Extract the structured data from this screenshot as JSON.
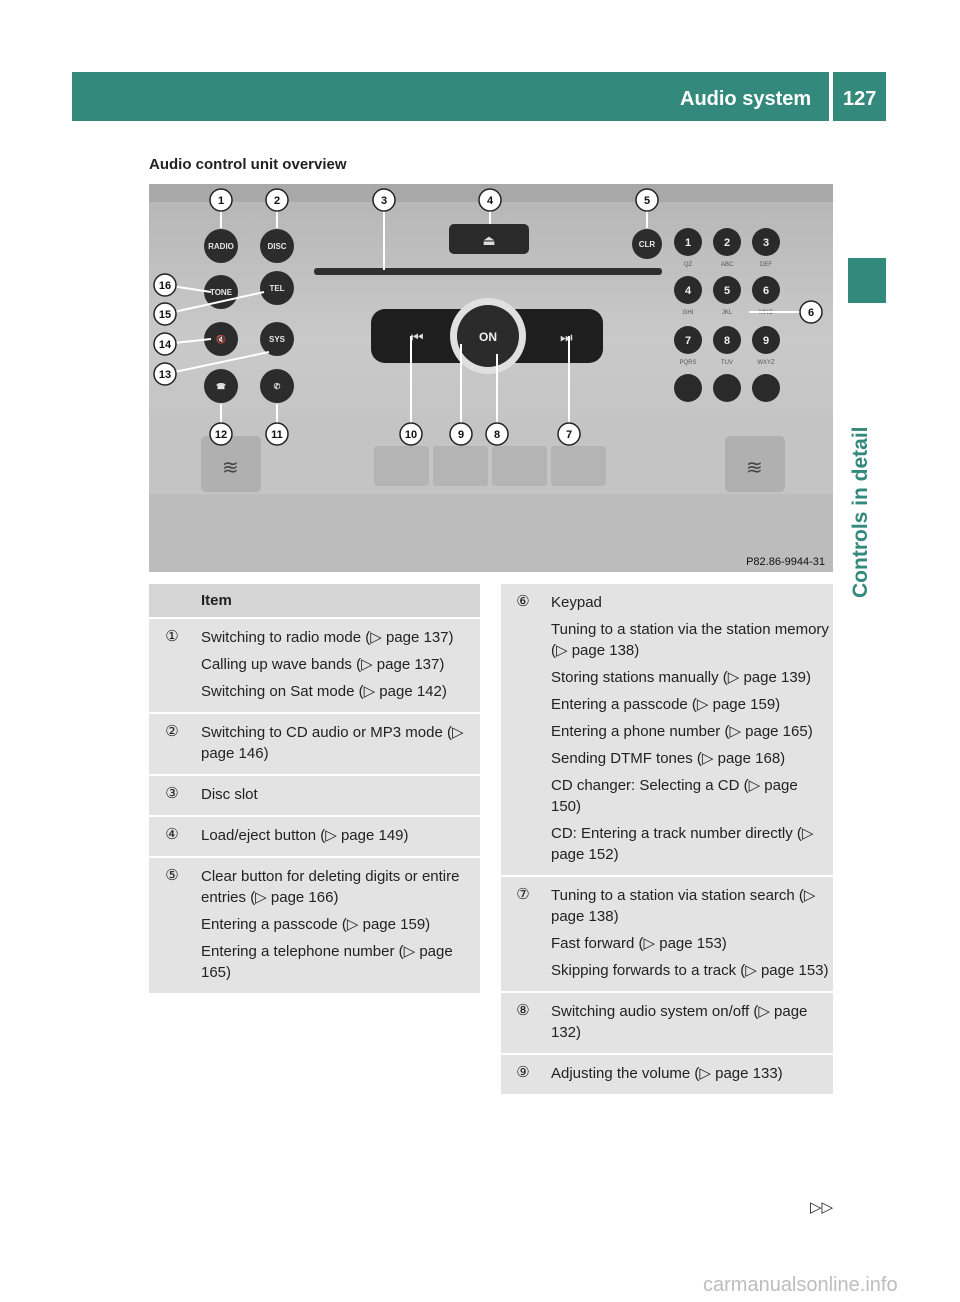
{
  "header": {
    "title": "Audio system",
    "page_number": "127"
  },
  "side_tab": "Controls in detail",
  "section_title": "Audio control unit overview",
  "photo": {
    "watermark": "P82.86-9944-31",
    "button_labels": [
      "RADIO",
      "DISC",
      "TONE",
      "TEL",
      "SYS",
      "CLR",
      "ON"
    ],
    "keypad": [
      "1",
      "2",
      "3",
      "4",
      "5",
      "6",
      "7",
      "8",
      "9"
    ],
    "keypad_letters": [
      "QZ",
      "ABC",
      "DEF",
      "GHI",
      "JKL",
      "MNO",
      "PQRS",
      "TUV",
      "WXYZ"
    ],
    "callouts": [
      "1",
      "2",
      "3",
      "4",
      "5",
      "6",
      "7",
      "8",
      "9",
      "10",
      "11",
      "12",
      "13",
      "14",
      "15",
      "16"
    ]
  },
  "left_table": {
    "header": "Item",
    "rows": [
      {
        "num": "①",
        "lines": [
          "Switching to radio mode (▷ page 137)",
          "Calling up wave bands (▷ page 137)",
          "Switching on Sat mode (▷ page 142)"
        ]
      },
      {
        "num": "②",
        "lines": [
          "Switching to CD audio or MP3 mode (▷ page 146)"
        ]
      },
      {
        "num": "③",
        "lines": [
          "Disc slot"
        ]
      },
      {
        "num": "④",
        "lines": [
          "Load/eject button (▷ page 149)"
        ]
      },
      {
        "num": "⑤",
        "lines": [
          "Clear button for deleting digits or entire entries (▷ page 166)",
          "Entering a passcode (▷ page 159)",
          "Entering a telephone number (▷ page 165)"
        ]
      }
    ]
  },
  "right_table": {
    "rows": [
      {
        "num": "⑥",
        "lines": [
          "Keypad",
          "Tuning to a station via the station memory (▷ page 138)",
          "Storing stations manually (▷ page 139)",
          "Entering a passcode (▷ page 159)",
          "Entering a phone number (▷ page 165)",
          "Sending DTMF tones (▷ page 168)",
          "CD changer: Selecting a CD (▷ page 150)",
          "CD: Entering a track number directly (▷ page 152)"
        ]
      },
      {
        "num": "⑦",
        "lines": [
          "Tuning to a station via station search (▷ page 138)",
          "Fast forward (▷ page 153)",
          "Skipping forwards to a track (▷ page 153)"
        ]
      },
      {
        "num": "⑧",
        "lines": [
          "Switching audio system on/off (▷ page 132)"
        ]
      },
      {
        "num": "⑨",
        "lines": [
          "Adjusting the volume (▷ page 133)"
        ]
      }
    ]
  },
  "footer": {
    "continue_mark": "▷▷",
    "site": "carmanualsonline.info"
  }
}
